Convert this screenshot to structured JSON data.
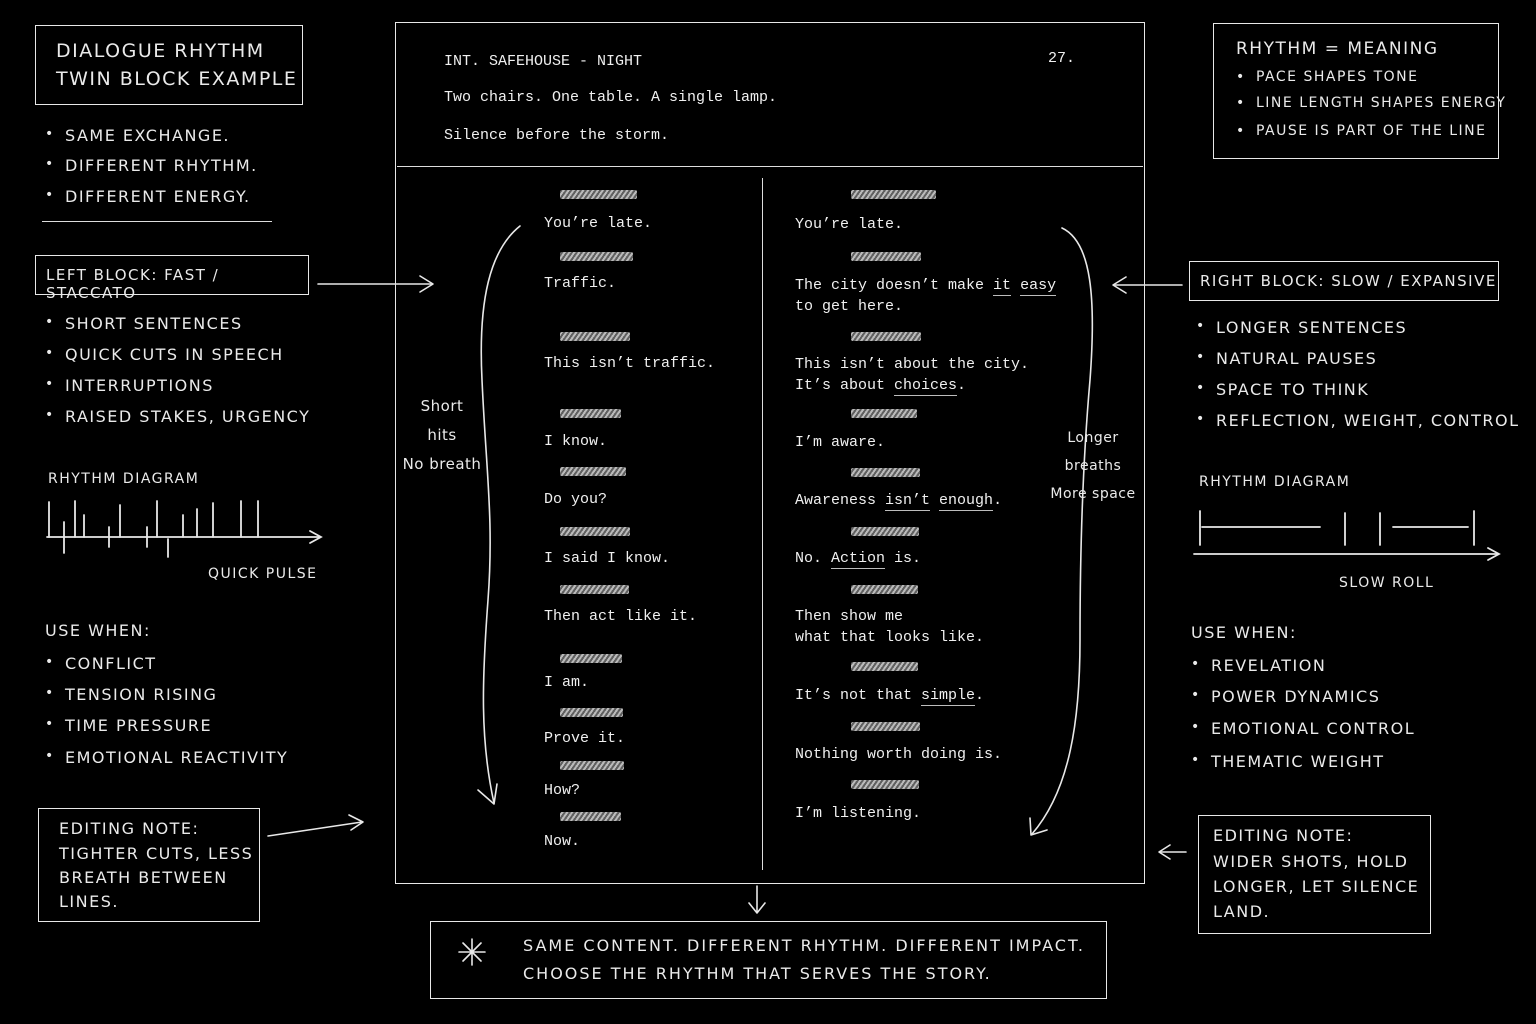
{
  "title_box": {
    "line1": "Dialogue Rhythm",
    "line2": "Twin Block Example"
  },
  "intro_bullets": [
    "Same exchange.",
    "Different rhythm.",
    "Different energy."
  ],
  "left_block": {
    "label": "Left Block: Fast / Staccato",
    "bullets": [
      "Short sentences",
      "Quick cuts in speech",
      "Interruptions",
      "Raised stakes, urgency"
    ],
    "diagram_title": "Rhythm Diagram",
    "diagram_caption": "Quick pulse",
    "use_when_title": "Use when:",
    "use_when": [
      "Conflict",
      "Tension rising",
      "Time pressure",
      "Emotional reactivity"
    ],
    "editing_note": [
      "Editing note:",
      "Tighter cuts, less",
      "breath between",
      "lines."
    ],
    "side_note": [
      "Short",
      "hits",
      "No breath"
    ]
  },
  "right_top": {
    "title": "Rhythm = Meaning",
    "bullets": [
      "Pace shapes tone",
      "Line length shapes energy",
      "Pause is part of the line"
    ]
  },
  "right_block": {
    "label": "Right Block: Slow / Expansive",
    "bullets": [
      "Longer sentences",
      "Natural pauses",
      "Space to think",
      "Reflection, weight, control"
    ],
    "diagram_title": "Rhythm Diagram",
    "diagram_caption": "Slow roll",
    "use_when_title": "Use when:",
    "use_when": [
      "Revelation",
      "Power dynamics",
      "Emotional control",
      "Thematic weight"
    ],
    "editing_note": [
      "Editing note:",
      "Wider shots, hold",
      "longer, let silence",
      "land."
    ],
    "side_note": [
      "Longer",
      "breaths",
      "More space"
    ]
  },
  "script": {
    "slugline": "INT. SAFEHOUSE - NIGHT",
    "page_number": "27.",
    "action1": "Two chairs. One table. A single lamp.",
    "action2": "Silence before the storm.",
    "left_lines": [
      "You’re late.",
      "Traffic.",
      "This isn’t traffic.",
      "I know.",
      "Do you?",
      "I said I know.",
      "Then act like it.",
      "I am.",
      "Prove it.",
      "How?",
      "Now."
    ],
    "right_lines": {
      "r1": "You’re late.",
      "r2a_pre": "The city doesn’t make ",
      "r2a_u1": "it",
      "r2a_sp": " ",
      "r2a_u2": "easy",
      "r2b": "to get here.",
      "r3a": "This isn’t about the city.",
      "r3b_pre": "It’s about ",
      "r3b_u": "choices",
      "r3b_post": ".",
      "r4": "I’m aware.",
      "r5_pre": "Awareness ",
      "r5_u1": "isn’t",
      "r5_sp": " ",
      "r5_u2": "enough",
      "r5_post": ".",
      "r6_pre": "No. ",
      "r6_u": "Action",
      "r6_post": " is.",
      "r7a": "Then show me",
      "r7b": "what that looks like.",
      "r8_pre": "It’s not that ",
      "r8_u": "simple",
      "r8_post": ".",
      "r9": "Nothing worth doing is.",
      "r10": "I’m listening."
    }
  },
  "footer": {
    "line1": "Same content. Different rhythm. Different impact.",
    "line2": "Choose the rhythm that serves the story."
  }
}
